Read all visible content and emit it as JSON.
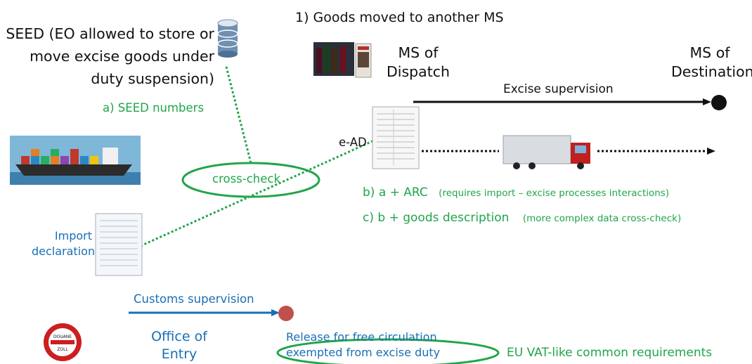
{
  "title": "1) Goods moved to another MS",
  "seed_label": "SEED (EO allowed to store or move excise goods under duty suspension)",
  "ms_dispatch": {
    "line1": "MS of",
    "line2": "Dispatch"
  },
  "ms_destination": {
    "line1": "MS of",
    "line2": "Destination"
  },
  "excise_supervision": "Excise supervision",
  "seed_numbers": "a) SEED numbers",
  "ead_label": "e-AD",
  "cross_check": "cross-check",
  "option_b": {
    "main": "b) a + ARC",
    "note": "(requires import – excise processes interactions)"
  },
  "option_c": {
    "main": "c) b + goods description",
    "note": "(more complex data cross-check)"
  },
  "import_declaration": {
    "line1": "Import",
    "line2": "declaration"
  },
  "customs_supervision": "Customs supervision",
  "office_of_entry": {
    "line1": "Office of",
    "line2": "Entry"
  },
  "release": {
    "line1": "Release for free circulation",
    "line2": "exempted from excise duty"
  },
  "vat_requirements": "EU VAT-like common requirements",
  "zoll_sign": {
    "top": "DOUANE",
    "bottom": "ZOLL"
  },
  "colors": {
    "green": "#21a54a",
    "blue": "#1a6fb5",
    "black": "#111111",
    "red_dot": "#c0504d"
  }
}
